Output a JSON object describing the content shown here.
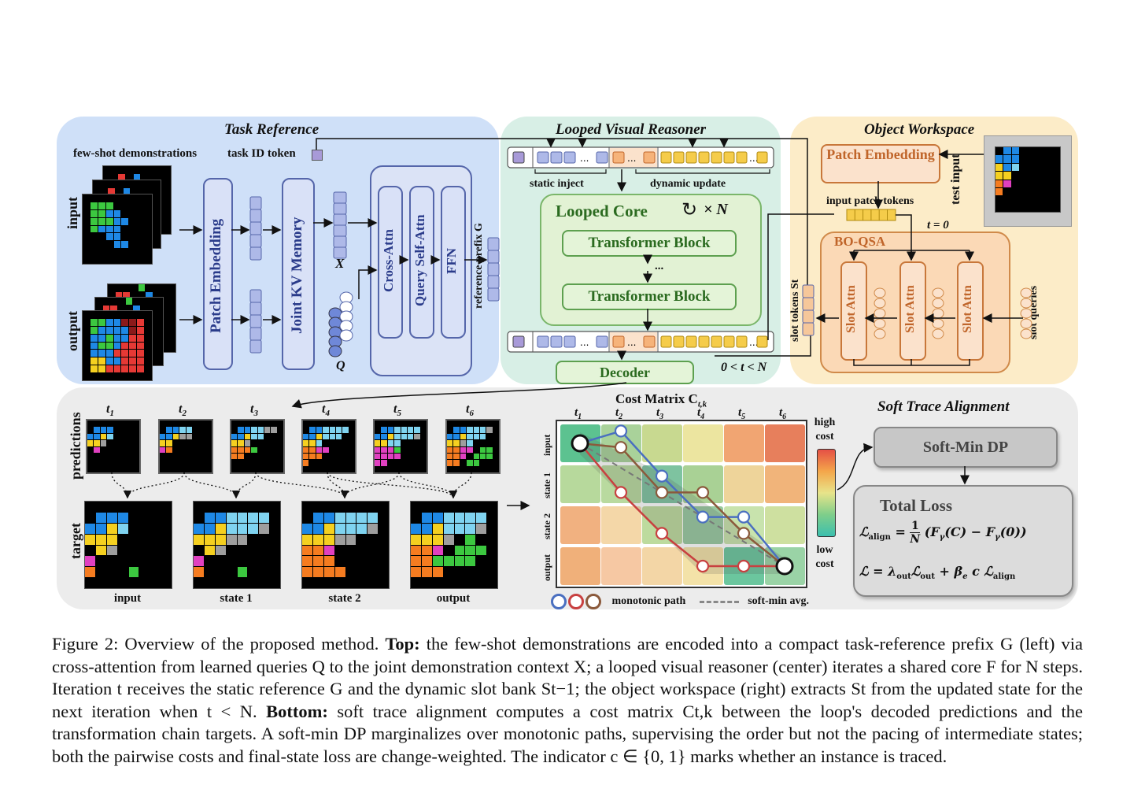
{
  "panels": {
    "task_reference": "Task Reference",
    "looped_reasoner": "Looped Visual Reasoner",
    "object_workspace": "Object Workspace",
    "soft_trace": "Soft Trace Alignment"
  },
  "task_ref": {
    "few_shot": "few-shot demonstrations",
    "task_id": "task ID token",
    "input": "input",
    "output": "output",
    "patch_embedding": "Patch Embedding",
    "joint_kv": "Joint KV Memory",
    "x_label": "X",
    "q_label": "Q",
    "cross_attn": "Cross-Attn",
    "query_self_attn": "Query Self-Attn",
    "ffn": "FFN",
    "ref_prefix": "reference prefix G"
  },
  "reasoner": {
    "static_inject": "static inject",
    "dynamic_update": "dynamic update",
    "looped_core": "Looped Core",
    "loop_n": "× N",
    "transformer_block": "Transformer Block",
    "ellipsis": "...",
    "decoder": "Decoder",
    "cond": "0 < t < N"
  },
  "workspace": {
    "patch_embedding": "Patch Embedding",
    "test_input": "test input",
    "input_patch_tokens": "input patch tokens",
    "t0": "t = 0",
    "bo_qsa": "BO-QSA",
    "slot_attn": "Slot Attn",
    "slot_tokens": "slot tokens St",
    "slot_queries": "slot queries"
  },
  "bottom": {
    "predictions": "predictions",
    "target": "target",
    "timesteps": [
      "t1",
      "t2",
      "t3",
      "t4",
      "t5",
      "t6"
    ],
    "target_labels": [
      "input",
      "state 1",
      "state 2",
      "output"
    ],
    "cost_matrix": "Cost Matrix C",
    "cost_sub": "t,k",
    "row_labels": [
      "input",
      "state 1",
      "state 2",
      "output"
    ],
    "high_cost": "high cost",
    "low_cost": "low cost",
    "soft_min_dp": "Soft-Min DP",
    "total_loss": "Total Loss",
    "legend_path": "monotonic path",
    "legend_avg": "soft-min avg."
  },
  "caption": {
    "p1": "Figure 2: Overview of the proposed method. ",
    "top": "Top:",
    "p2": " the few-shot demonstrations are encoded into a compact task-reference prefix G (left) via cross-attention from learned queries Q to the joint demonstration context X; a looped visual reasoner (center) iterates a shared core F for N steps. Iteration t receives the static reference G and the dynamic slot bank St−1; the object workspace (right) extracts St from the updated state for the next iteration when t < N. ",
    "bottom": "Bottom:",
    "p3": " soft trace alignment computes a cost matrix Ct,k between the loop's decoded predictions and the transformation chain targets. A soft-min DP marginalizes over monotonic paths, supervising the order but not the pacing of intermediate states; both the pairwise costs and final-state loss are change-weighted. The indicator c ∈ {0, 1} marks whether an instance is traced."
  },
  "colors": {
    "blue_panel": "#cfe0f8",
    "green_panel": "#d8efe6",
    "orange_panel": "#fcecc8",
    "gray_panel": "#ececec"
  }
}
